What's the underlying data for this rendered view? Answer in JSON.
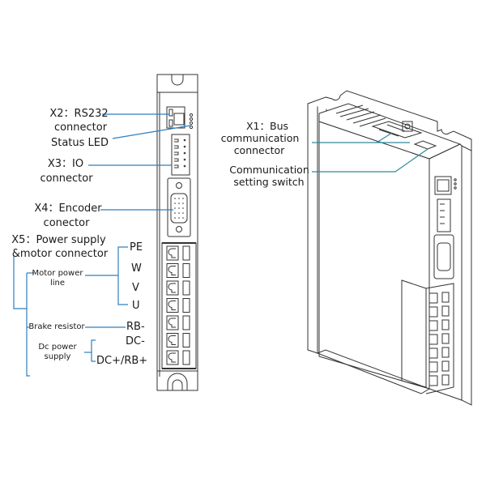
{
  "front_view": {
    "labels": {
      "x2_title": "X2：RS232",
      "x2_sub": "connector",
      "status_led": "Status LED",
      "x3_title": "X3：IO",
      "x3_sub": "connector",
      "x4_title": "X4：Encoder",
      "x4_sub": "conector",
      "x5_title": "X5：Power supply",
      "x5_sub": "&motor connector",
      "motor_power_1": "Motor power",
      "motor_power_2": "line",
      "brake_resistor": "Brake resistor",
      "dc_power_1": "Dc power",
      "dc_power_2": "supply"
    },
    "pins": [
      "PE",
      "W",
      "V",
      "U",
      "RB-",
      "DC-",
      "DC+/RB+"
    ]
  },
  "iso_view": {
    "labels": {
      "x1_title": "X1：Bus",
      "x1_sub1": "communication",
      "x1_sub2": "connector",
      "switch_1": "Communication",
      "switch_2": "setting switch"
    }
  },
  "colors": {
    "leader_line": "#2f7fbf",
    "leader_line_iso": "#2e8a9a",
    "outline": "#333333"
  }
}
